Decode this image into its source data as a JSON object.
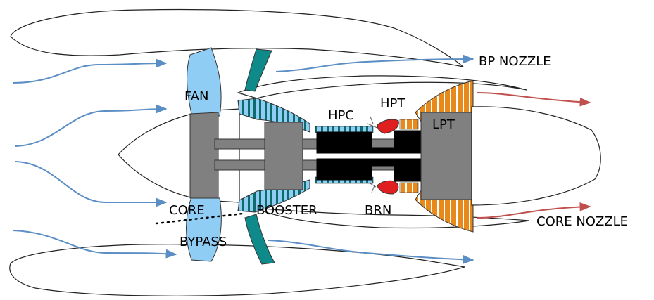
{
  "labels": {
    "fan": "FAN",
    "core": "CORE",
    "bypass": "BYPASS",
    "booster": "BOOSTER",
    "hpc": "HPC",
    "hpt": "HPT",
    "lpt": "LPT",
    "brn": "BRN",
    "bp_nozzle": "BP NOZZLE",
    "core_nozzle": "CORE NOZZLE"
  },
  "colors": {
    "fan": "#8fcdf5",
    "outlet_guide_vane": "#0e8a8a",
    "shaft": "#808080",
    "hp_spool": "#000000",
    "lpt_blades": "#e8891c",
    "combustor": "#e02020",
    "bypass_flow_arrow": "#5b8ec4",
    "core_flow_arrow": "#c0504d"
  }
}
